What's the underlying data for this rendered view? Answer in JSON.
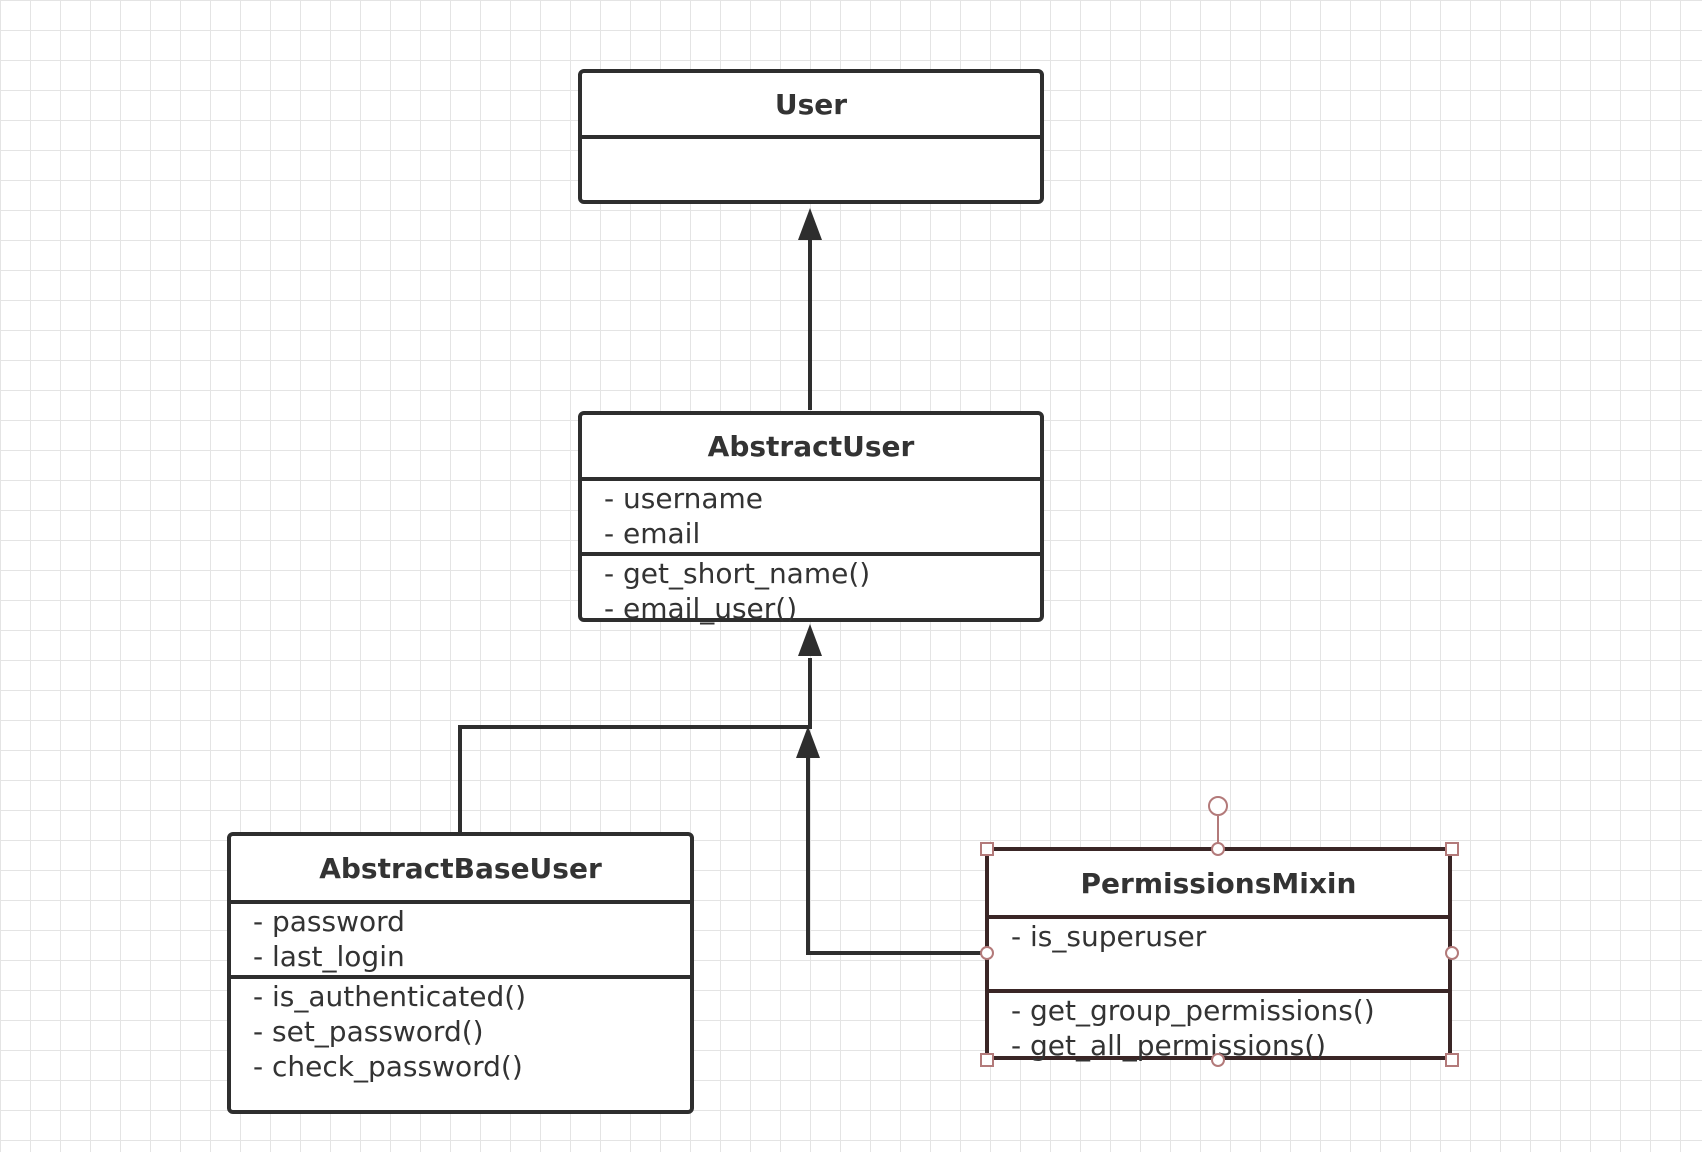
{
  "diagram": {
    "classes": {
      "user": {
        "name": "User",
        "attributes": [],
        "methods": []
      },
      "abstract_user": {
        "name": "AbstractUser",
        "attributes": [
          "- username",
          "- email"
        ],
        "methods": [
          "- get_short_name()",
          "- email_user()"
        ]
      },
      "abstract_base_user": {
        "name": "AbstractBaseUser",
        "attributes": [
          "- password",
          "- last_login"
        ],
        "methods": [
          "- is_authenticated()",
          "- set_password()",
          "- check_password()"
        ]
      },
      "permissions_mixin": {
        "name": "PermissionsMixin",
        "attributes": [
          "- is_superuser"
        ],
        "methods": [
          "- get_group_permissions()",
          "- get_all_permissions()"
        ],
        "selected": true
      }
    },
    "relations": [
      {
        "type": "generalization",
        "from": "AbstractUser",
        "to": "User"
      },
      {
        "type": "generalization",
        "from": "AbstractBaseUser",
        "to": "AbstractUser"
      },
      {
        "type": "generalization",
        "from": "PermissionsMixin",
        "to": "AbstractUser"
      }
    ],
    "colors": {
      "line": "#2e2e2e",
      "grid": "#e4e4e4",
      "selection_handle": "#b37a7a"
    }
  }
}
